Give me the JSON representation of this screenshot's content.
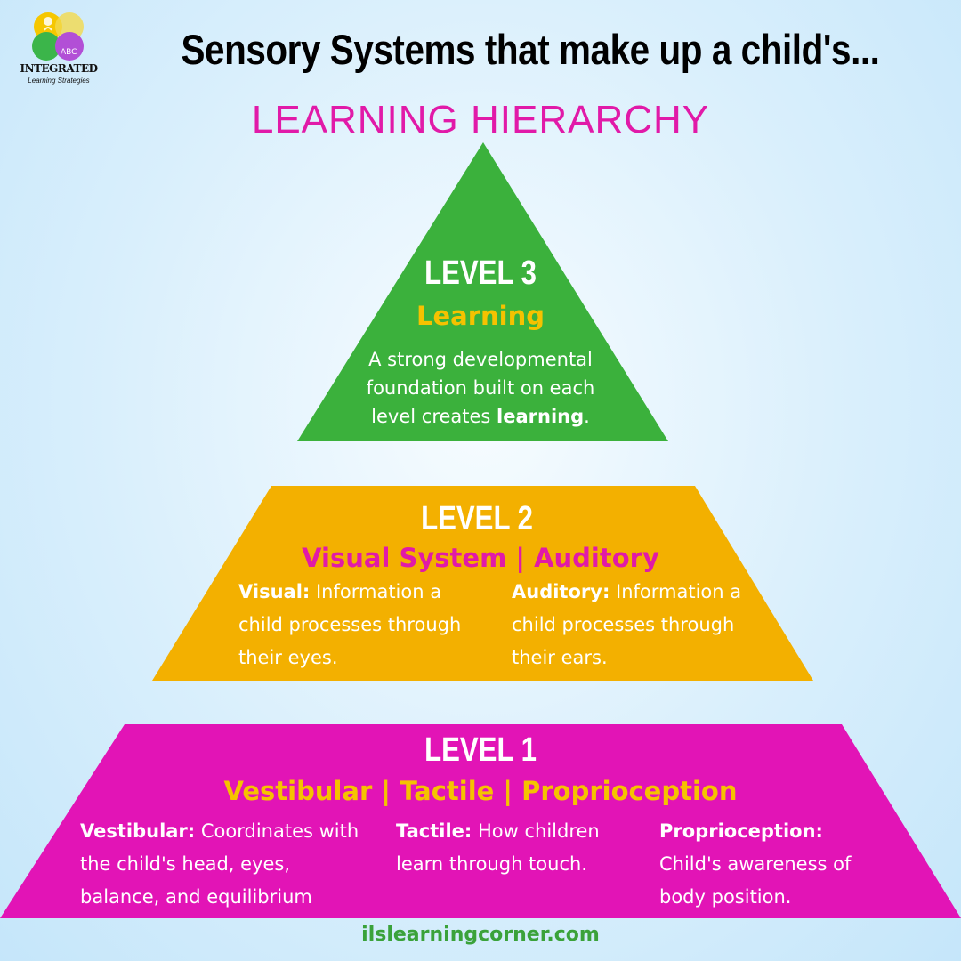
{
  "logo": {
    "brand": "INTEGRATED",
    "tagline": "Learning Strategies",
    "badge": "ABC",
    "icon": "integrated-logo-icon",
    "colors": [
      "#f6c700",
      "#3bb54a",
      "#b24fd6",
      "#e11aa8"
    ]
  },
  "header": {
    "title": "Sensory Systems that make up a child's...",
    "subtitle": "LEARNING HIERARCHY"
  },
  "levels": {
    "level3": {
      "heading": "LEVEL 3",
      "name": "Learning",
      "lines": [
        "A strong developmental",
        "foundation built on each",
        "level creates "
      ],
      "bold_word": "learning",
      "end_punct": ".",
      "color": "#3bb13c",
      "name_color": "#f5c200"
    },
    "level2": {
      "heading": "LEVEL 2",
      "name": "Visual System | Auditory",
      "color": "#f3b000",
      "name_color": "#e11aa8",
      "items": [
        {
          "label": "Visual:",
          "text": " Information a child processes through their eyes."
        },
        {
          "label": "Auditory:",
          "text": " Information a child processes through their ears."
        }
      ]
    },
    "level1": {
      "heading": "LEVEL 1",
      "name": "Vestibular | Tactile | Proprioception",
      "color": "#e214b6",
      "name_color": "#f5c200",
      "items": [
        {
          "label": "Vestibular:",
          "text": " Coordinates with the child's head, eyes, balance, and equilibrium"
        },
        {
          "label": "Tactile:",
          "text": " How children learn through touch."
        },
        {
          "label": "Proprioception:",
          "text": " Child's awareness of body position."
        }
      ]
    }
  },
  "footer": {
    "url": "ilslearningcorner.com",
    "color": "#3aa23a"
  }
}
